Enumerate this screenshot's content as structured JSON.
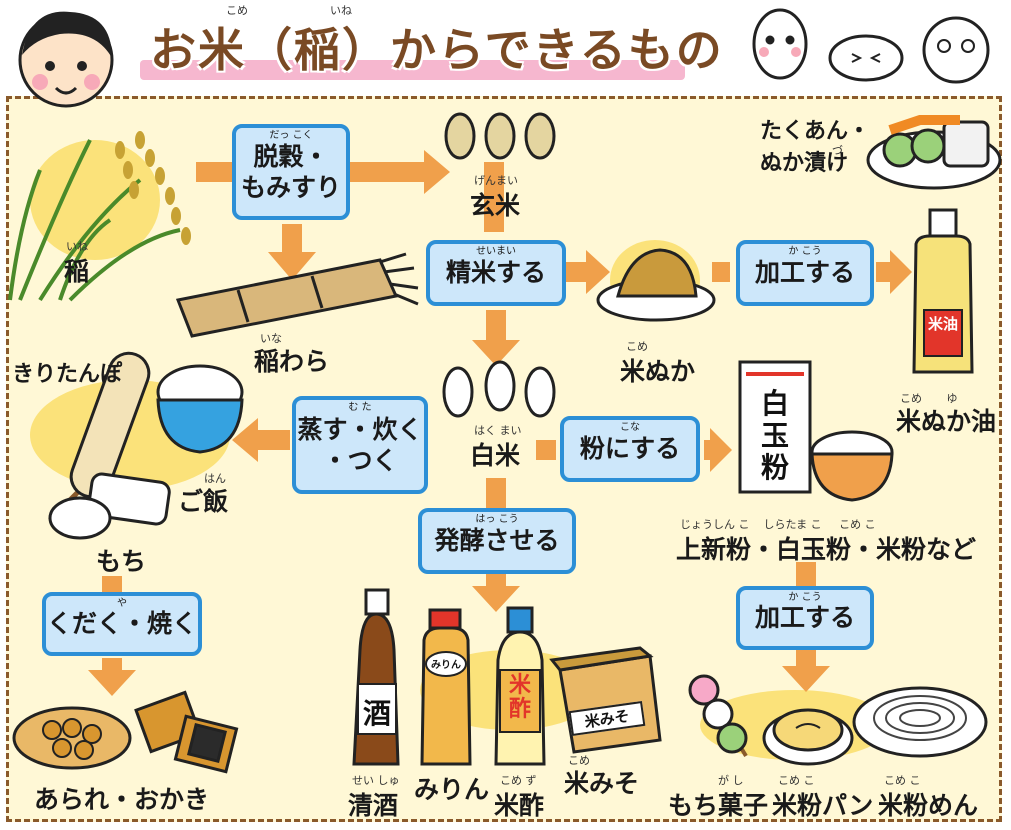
{
  "title": {
    "text": "お米（稲）からできるもの",
    "ruby_kome": "こめ",
    "ruby_ine": "いね"
  },
  "boxes": {
    "dakkoku": {
      "text": "脱穀・\nもみすり",
      "ruby": "だっ こく"
    },
    "seimai": {
      "text": "精米する",
      "ruby": "せいまい"
    },
    "kakou1": {
      "text": "加工する",
      "ruby": "か こう"
    },
    "musu": {
      "text": "蒸す・炊く\n・つく",
      "ruby": "む      た"
    },
    "kona": {
      "text": "粉にする",
      "ruby": "こな"
    },
    "hakkou": {
      "text": "発酵させる",
      "ruby": "はっ こう"
    },
    "kudaku": {
      "text": "くだく・焼く",
      "ruby": "や"
    },
    "kakou2": {
      "text": "加工する",
      "ruby": "か こう"
    }
  },
  "labels": {
    "ine": {
      "text": "稲",
      "ruby": "いね"
    },
    "genmai": {
      "text": "玄米",
      "ruby": "げんまい"
    },
    "inewara": {
      "text": "稲わら",
      "ruby": "いな"
    },
    "takuan": {
      "text": "たくあん・\nぬか漬け",
      "ruby": "づ"
    },
    "komenuka": {
      "text": "米ぬか",
      "ruby": "こめ"
    },
    "komenukaabura": {
      "text": "米ぬか油",
      "ruby": "こめ       ゆ"
    },
    "kiritanpo": {
      "text": "きりたんぽ"
    },
    "gohan": {
      "text": "ご飯",
      "ruby": "はん"
    },
    "hakumai": {
      "text": "白米",
      "ruby": "はく まい"
    },
    "mochi": {
      "text": "もち"
    },
    "flours": {
      "text": "上新粉・白玉粉・米粉など",
      "ruby": "じょうしん こ    しらたま こ     こめ こ"
    },
    "arare": {
      "text": "あられ・おかき"
    },
    "seishu": {
      "text": "清酒",
      "ruby": "せい しゅ"
    },
    "mirin": {
      "text": "みりん"
    },
    "komesu": {
      "text": "米酢",
      "ruby": "こめ ず"
    },
    "komemiso": {
      "text": "米みそ",
      "ruby": "こめ"
    },
    "mochigashi": {
      "text": "もち菓子",
      "ruby": "が し"
    },
    "komekopan": {
      "text": "米粉パン",
      "ruby": "こめ こ"
    },
    "komekomen": {
      "text": "米粉めん",
      "ruby": "こめ こ"
    }
  },
  "item_text": {
    "oil_label": "米油",
    "shiratama_bag": "白玉粉",
    "sake_label": "酒",
    "mirin_label": "みりん",
    "vinegar_label": "米酢",
    "miso_label": "米みそ"
  },
  "colors": {
    "arrow": "#f0a04b",
    "box_border": "#2c8fd6",
    "box_fill": "#cde7fa",
    "panel": "#fff8d6",
    "title": "#7a4a24",
    "glow": "#fbe27a"
  }
}
